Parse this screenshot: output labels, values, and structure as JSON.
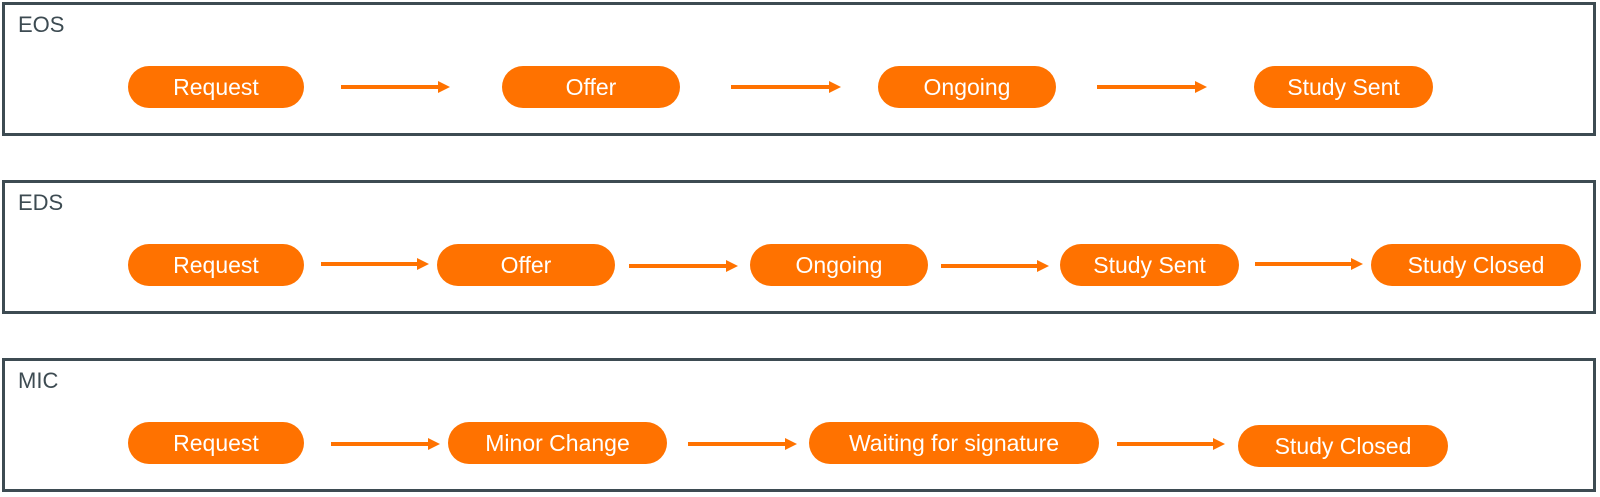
{
  "accent_color": "#ff7200",
  "border_color": "#3d4b52",
  "workflows": [
    {
      "label": "EOS",
      "steps": [
        "Request",
        "Offer",
        "Ongoing",
        "Study Sent"
      ]
    },
    {
      "label": "EDS",
      "steps": [
        "Request",
        "Offer",
        "Ongoing",
        "Study Sent",
        "Study Closed"
      ]
    },
    {
      "label": "MIC",
      "steps": [
        "Request",
        "Minor Change",
        "Waiting for signature",
        "Study Closed"
      ]
    }
  ]
}
